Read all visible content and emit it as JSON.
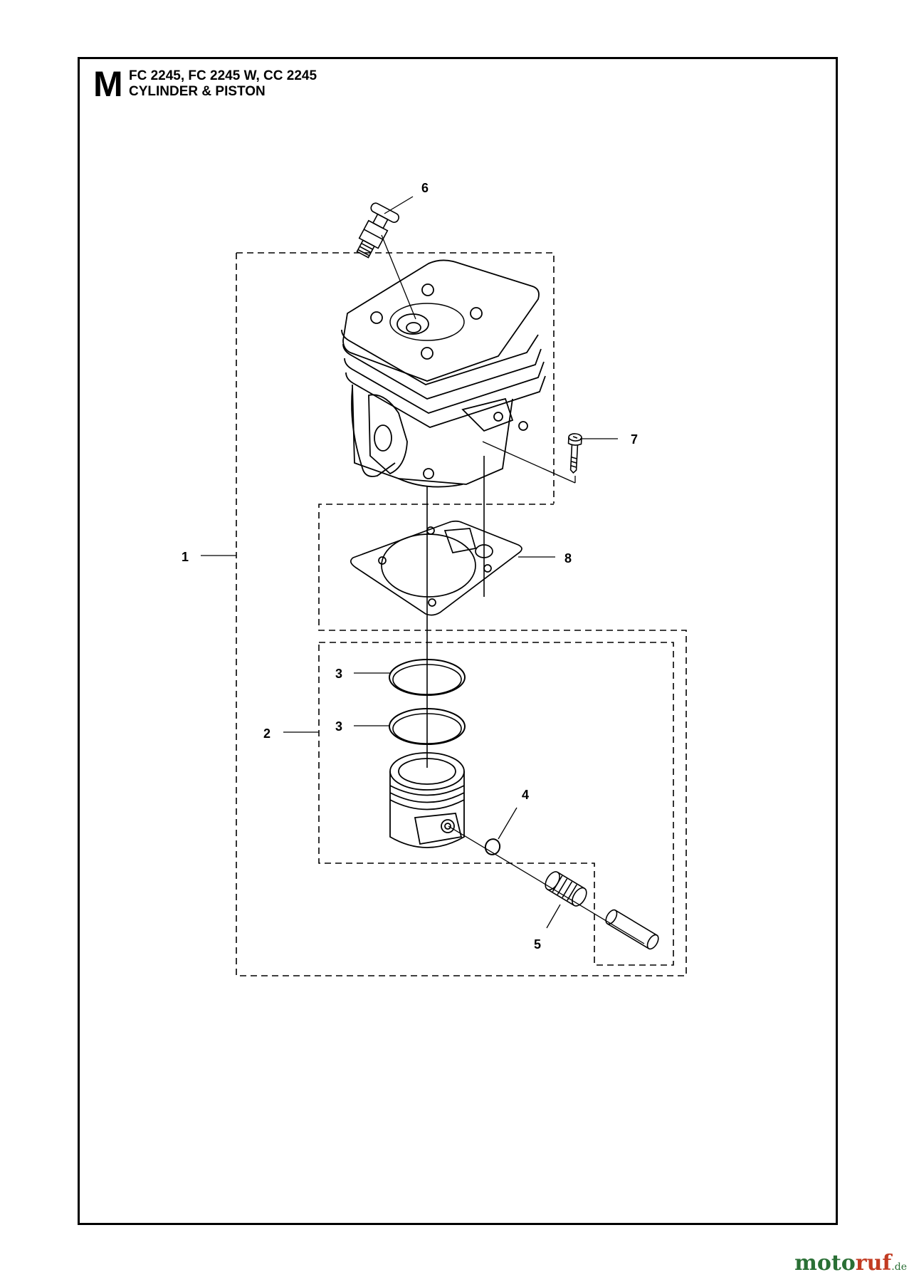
{
  "header": {
    "section_letter": "M",
    "models": "FC 2245, FC 2245 W, CC 2245",
    "title": "CYLINDER & PISTON"
  },
  "callouts": [
    "1",
    "2",
    "3",
    "3",
    "4",
    "5",
    "6",
    "7",
    "8"
  ],
  "watermark": {
    "part1": "moto",
    "part2": "ruf",
    "suffix": ".de"
  }
}
